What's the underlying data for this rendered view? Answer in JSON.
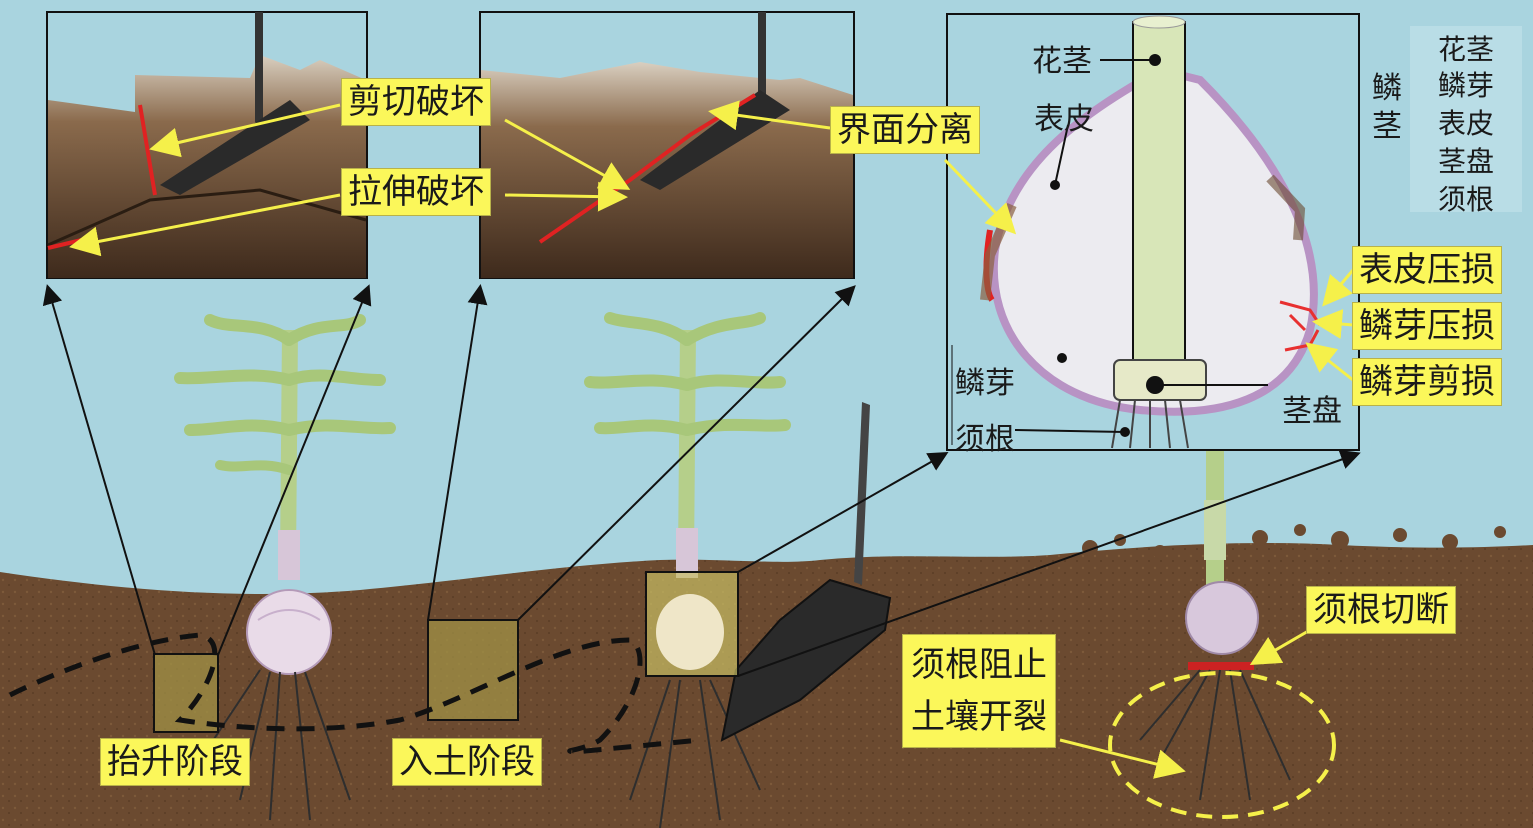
{
  "labels": {
    "shear_failure": "剪切破坏",
    "tensile_failure": "拉伸破坏",
    "interface_separation": "界面分离",
    "skin_compression": "表皮压损",
    "bud_compression": "鳞芽压损",
    "bud_shear": "鳞芽剪损",
    "root_cut": "须根切断",
    "root_prevent_line1": "须根阻止",
    "root_prevent_line2": "土壤开裂",
    "lift_stage": "抬升阶段",
    "entry_stage": "入土阶段"
  },
  "bulb_parts": {
    "flower_stem": "花茎",
    "skin": "表皮",
    "scale_bud": "鳞芽",
    "fibrous_root": "须根",
    "stem_disc": "茎盘"
  },
  "legend": {
    "group": "鳞茎",
    "group_items": [
      "花茎",
      "鳞芽",
      "表皮",
      "茎盘"
    ],
    "extra_item": "须根"
  },
  "colors": {
    "sky": "#a9d4df",
    "soil": "#6e4a2e",
    "label_bg": "#fbf75a",
    "damage_red": "#e02222"
  }
}
